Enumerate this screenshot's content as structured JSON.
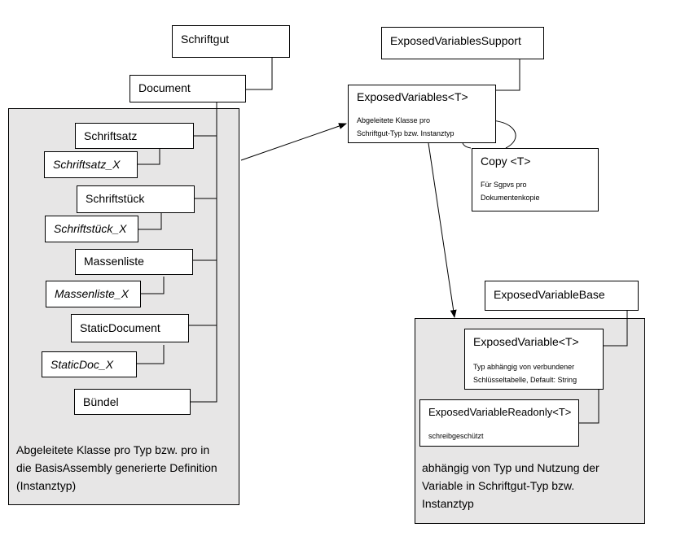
{
  "left_group": {
    "boxes": {
      "schriftgut": "Schriftgut",
      "document": "Document",
      "schriftsatz": "Schriftsatz",
      "schriftsatz_x": "Schriftsatz_X",
      "schriftstueck": "Schriftstück",
      "schriftstueck_x": "Schriftstück_X",
      "massenliste": "Massenliste",
      "massenliste_x": "Massenliste_X",
      "static_document": "StaticDocument",
      "static_doc_x": "StaticDoc_X",
      "buendel": "Bündel"
    },
    "note_line1": "Abgeleitete Klasse pro Typ bzw. pro in",
    "note_line2": "die BasisAssembly generierte Definition",
    "note_line3": "(Instanztyp)"
  },
  "top_right": {
    "exposed_variables_support": "ExposedVariablesSupport",
    "exposed_variables": "ExposedVariables<T>",
    "exposed_variables_desc1": "Abgeleitete Klasse pro",
    "exposed_variables_desc2": "Schriftgut-Typ bzw. Instanztyp",
    "copy": "Copy <T>",
    "copy_desc1": "Für Sgpvs pro",
    "copy_desc2": "Dokumentenkopie"
  },
  "bottom_right": {
    "exposed_variable_base": "ExposedVariableBase",
    "exposed_variable": "ExposedVariable<T>",
    "exposed_variable_desc1": "Typ abhängig von verbundener",
    "exposed_variable_desc2": "Schlüsseltabelle, Default: String",
    "exposed_variable_readonly": "ExposedVariableReadonly<T>",
    "exposed_variable_readonly_desc": "schreibgeschützt",
    "note_line1": "abhängig von Typ und Nutzung der",
    "note_line2": "Variable in Schriftgut-Typ bzw.",
    "note_line3": "Instanztyp"
  }
}
